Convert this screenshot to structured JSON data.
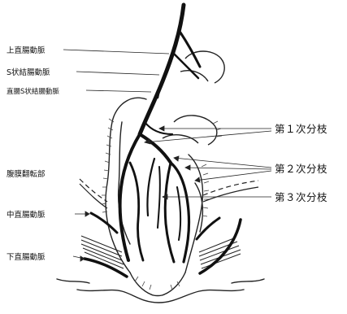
{
  "labels": {
    "superior_rectal_artery": "上直腸動脈",
    "sigmoid_artery": "S状結腸動脈",
    "rectosigmoid_artery": "直腸S状結腸動脈",
    "peritoneal_reflection": "腹膜翻転部",
    "middle_rectal_artery": "中直腸動脈",
    "inferior_rectal_artery": "下直腸動脈",
    "primary_branch": "第１次分枝",
    "secondary_branch": "第２次分枝",
    "tertiary_branch": "第３次分枝"
  }
}
